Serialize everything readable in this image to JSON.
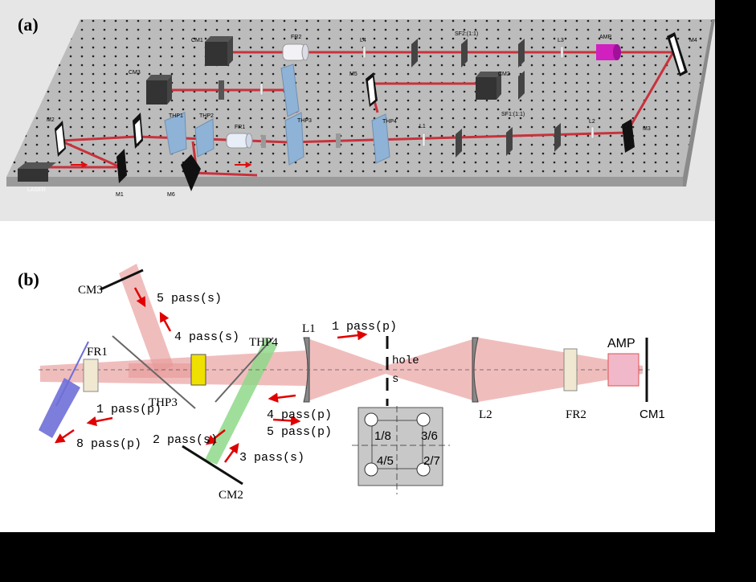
{
  "panel_a": {
    "label": "(a)",
    "components": {
      "cm1": "CM1",
      "fr2": "FR2",
      "l4": "L4",
      "sf2": "SF2:(1:1)",
      "l3": "L3",
      "amp": "AMP",
      "m4": "M4",
      "cm3": "CM3",
      "m5": "M5",
      "cm2": "CM2",
      "m2": "M2",
      "thp1": "THP1",
      "thp2": "THP2",
      "fr1": "FR1",
      "thp3": "THP3",
      "thp4": "THP4",
      "l1": "L1",
      "sf1": "SF1:(1:1)",
      "l2": "L2",
      "m3": "M3",
      "laser": "LASER",
      "m1": "M1",
      "m6": "M6"
    },
    "colors": {
      "table": "#bdbdbd",
      "beam": "#c8323c",
      "amp": "#d020c0",
      "thp": "#8fb3d6"
    }
  },
  "panel_b": {
    "label": "(b)",
    "components": {
      "cm3": "CM3",
      "fr1": "FR1",
      "thp3": "THP3",
      "thp4": "THP4",
      "l1": "L1",
      "cm2": "CM2",
      "l2": "L2",
      "fr2": "FR2",
      "amp": "AMP",
      "cm1": "CM1",
      "hole": "hole",
      "s": "s"
    },
    "passes": {
      "p5s": "5 pass(s)",
      "p4s": "4 pass(s)",
      "p1p_top": "1 pass(p)",
      "p1p": "1 pass(p)",
      "p8p": "8 pass(p)",
      "p2s": "2 pass(s)",
      "p4p": "4 pass(p)",
      "p5p": "5 pass(p)",
      "p3s": "3 pass(s)"
    },
    "hole_labels": {
      "tl": "1/8",
      "tr": "3/6",
      "bl": "4/5",
      "br": "2/7"
    },
    "colors": {
      "beam": "#e89a9a",
      "green": "#8fd88a",
      "blue": "#6f6fd8",
      "plate": "#f0e000",
      "arrow": "#e00000"
    }
  }
}
